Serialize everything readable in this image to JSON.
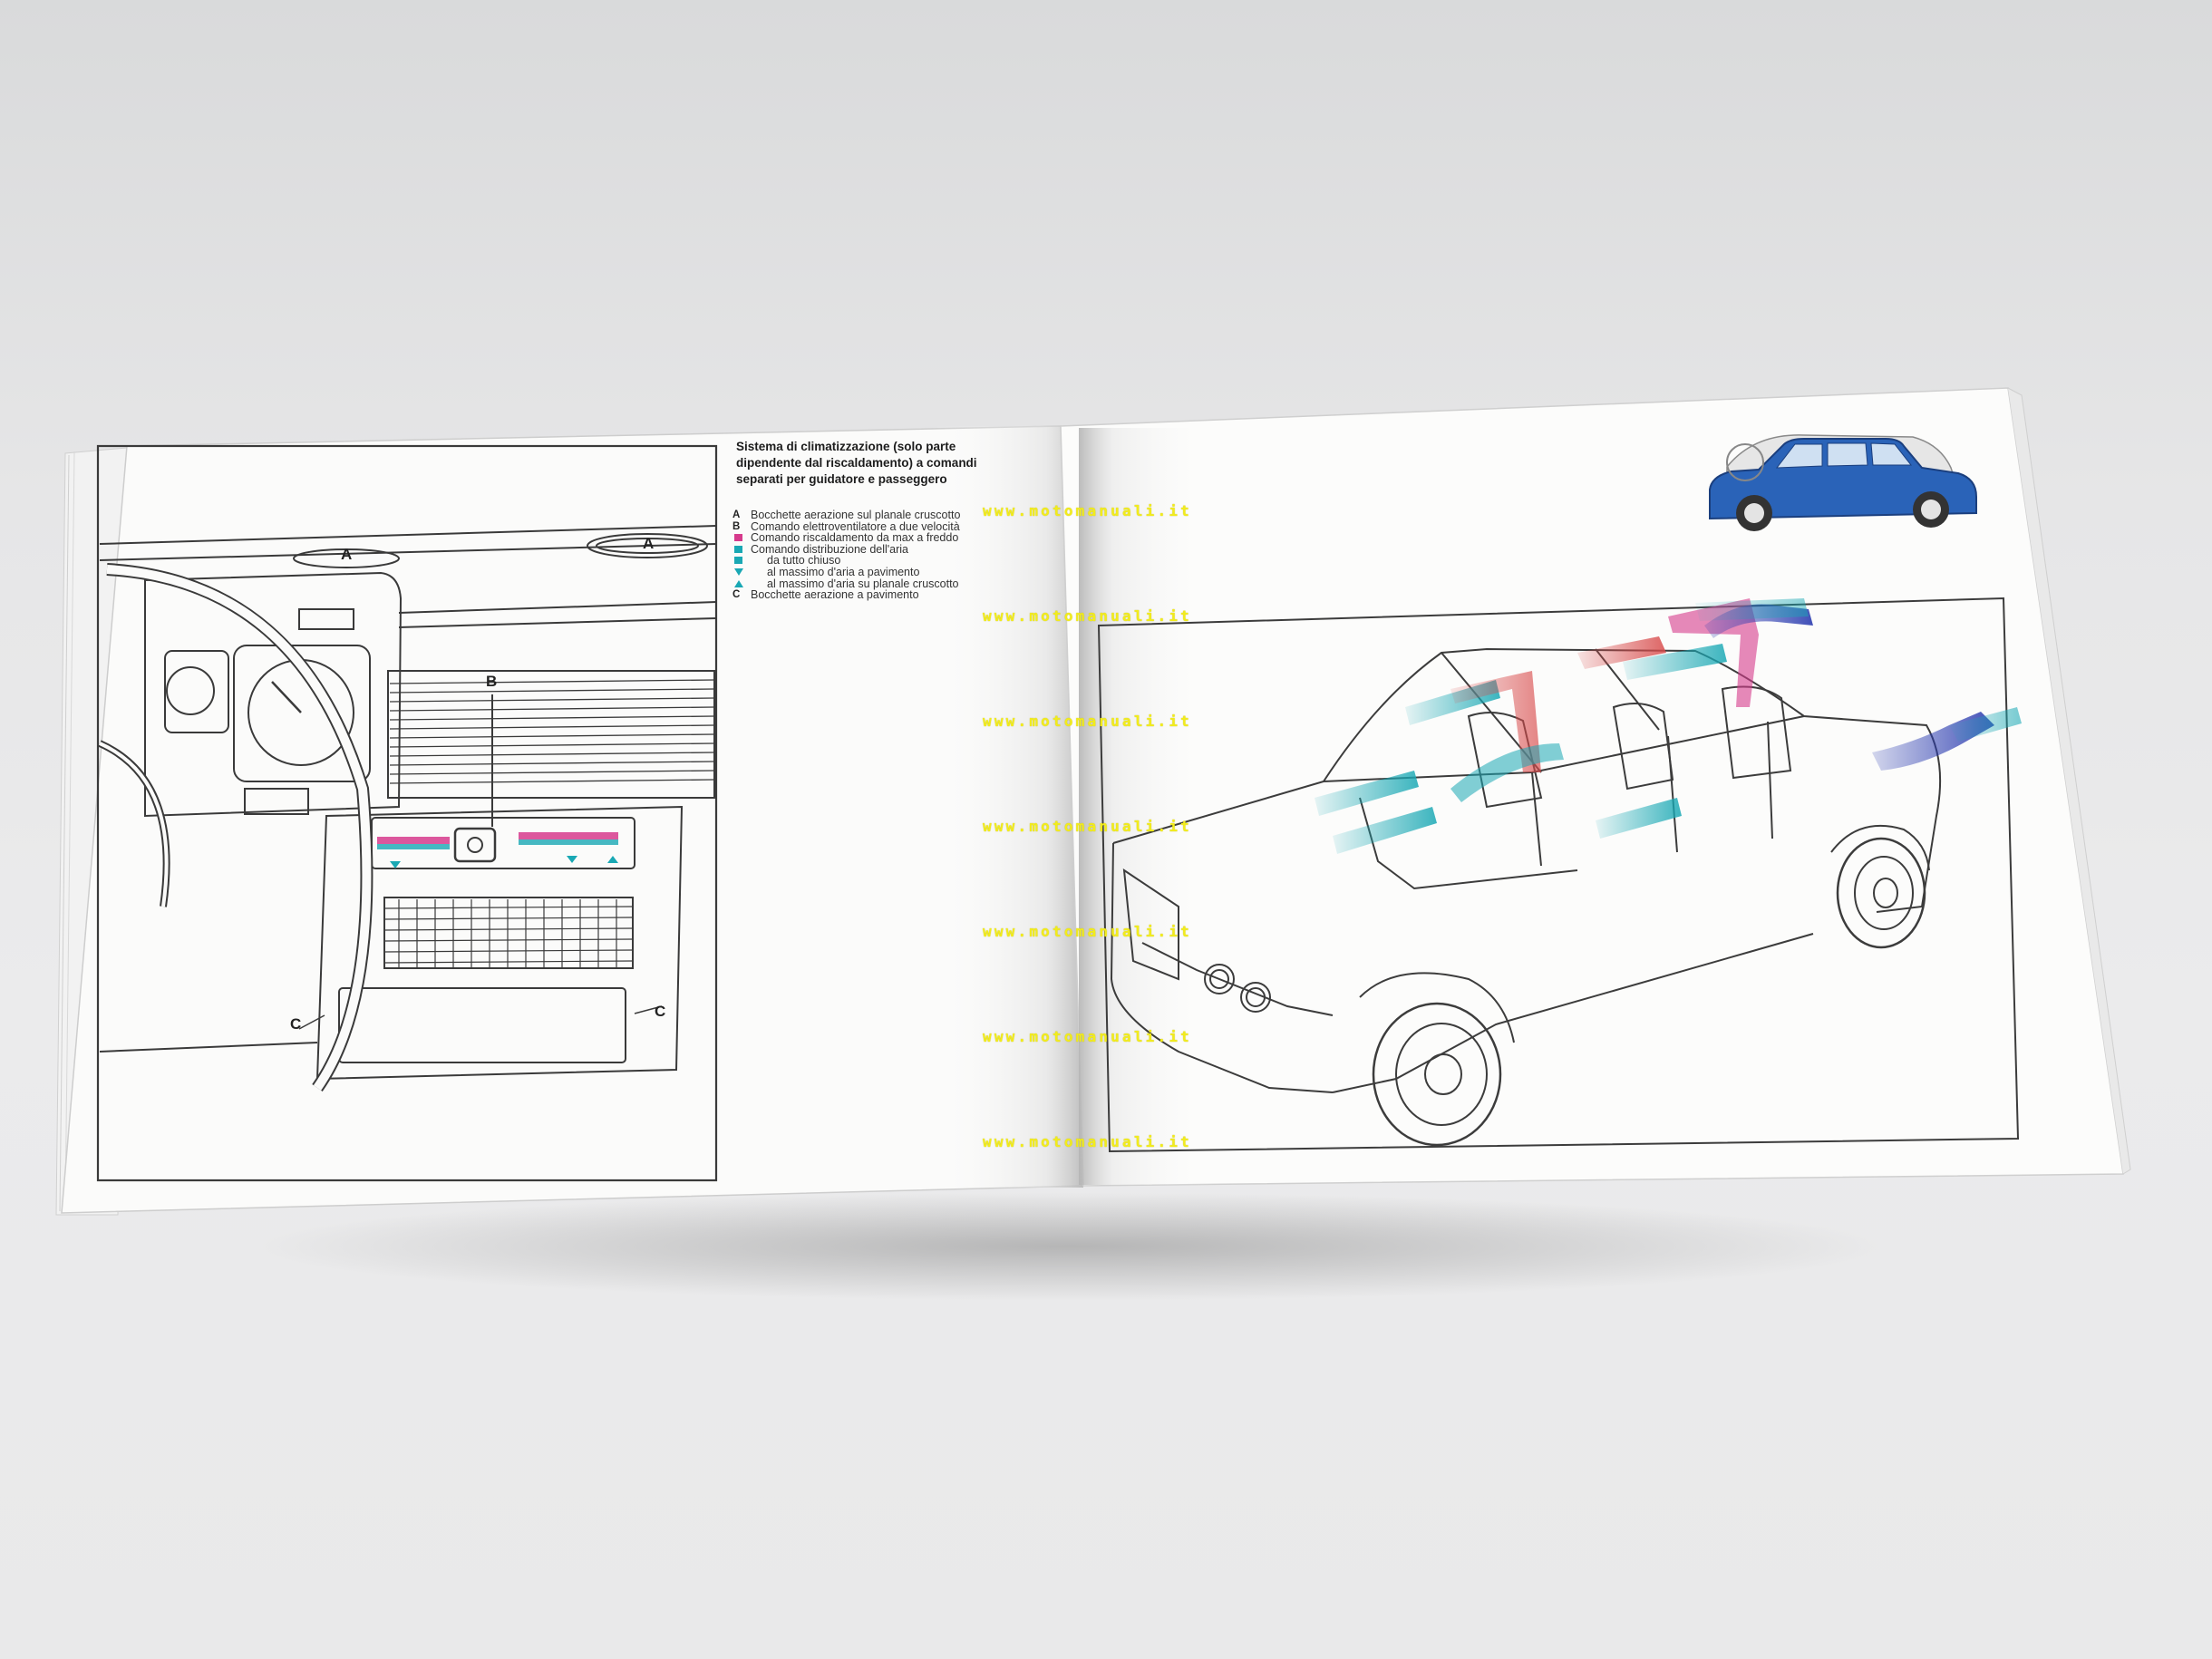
{
  "caption": {
    "lines": [
      "Sistema di climatizzazione (solo parte",
      "dipendente dal riscaldamento) a comandi",
      "separati per guidatore e passeggero"
    ]
  },
  "legend": [
    {
      "key": "A",
      "text": "Bocchette aerazione sul planale cruscotto"
    },
    {
      "key": "B",
      "text": "Comando elettroventilatore a due velocità"
    },
    {
      "key": "",
      "text": "Comando riscaldamento da max a freddo"
    },
    {
      "key": "",
      "text": "Comando distribuzione dell'aria"
    },
    {
      "key": "",
      "text": "da tutto chiuso"
    },
    {
      "key": "",
      "text": "al massimo d'aria a pavimento"
    },
    {
      "key": "",
      "text": "al massimo d'aria su planale cruscotto"
    },
    {
      "key": "C",
      "text": "Bocchette aerazione a pavimento"
    }
  ],
  "diagram_labels": {
    "a_left": "A",
    "a_right": "A",
    "b": "B",
    "c_left": "C",
    "c_right": "C"
  },
  "watermark": "www.motomanuali.it",
  "colors": {
    "heat_magenta": "#d63a8c",
    "air_cyan": "#19a8b4",
    "car_blue": "#2a63b8",
    "watermark_yellow": "#f2ec1c"
  },
  "icons": [
    "magenta-square-icon",
    "cyan-square-icon",
    "down-triangle-icon",
    "up-triangle-icon"
  ]
}
